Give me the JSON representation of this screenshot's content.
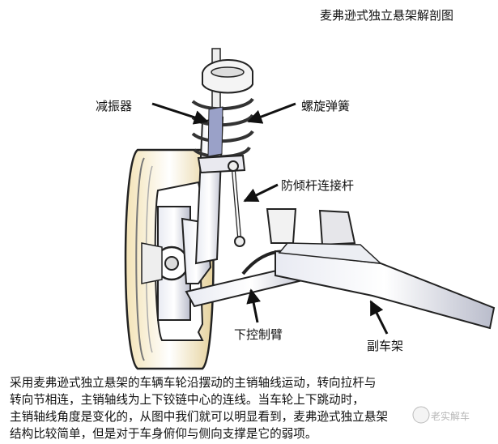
{
  "title": "麦弗逊式独立悬架解剖图",
  "labels": {
    "shock": "减振器",
    "spring": "螺旋弹簧",
    "stabilizer_link": "防倾杆连接杆",
    "lower_arm": "下控制臂",
    "subframe": "副车架"
  },
  "caption": {
    "line1": "采用麦弗逊式独立悬架的车辆车轮沿摆动的主销轴线运动，转向拉杆与",
    "line2": "转向节相连，主销轴线为上下铰链中心的连线。当车轮上下跳动时，",
    "line3": "主销轴线角度是变化的，从图中我们就可以明显看到，麦弗逊式独立悬架",
    "line4": "结构比较简单，但是对于车身俯仰与侧向支撑是它的弱项。"
  },
  "watermark": "老实解车"
}
